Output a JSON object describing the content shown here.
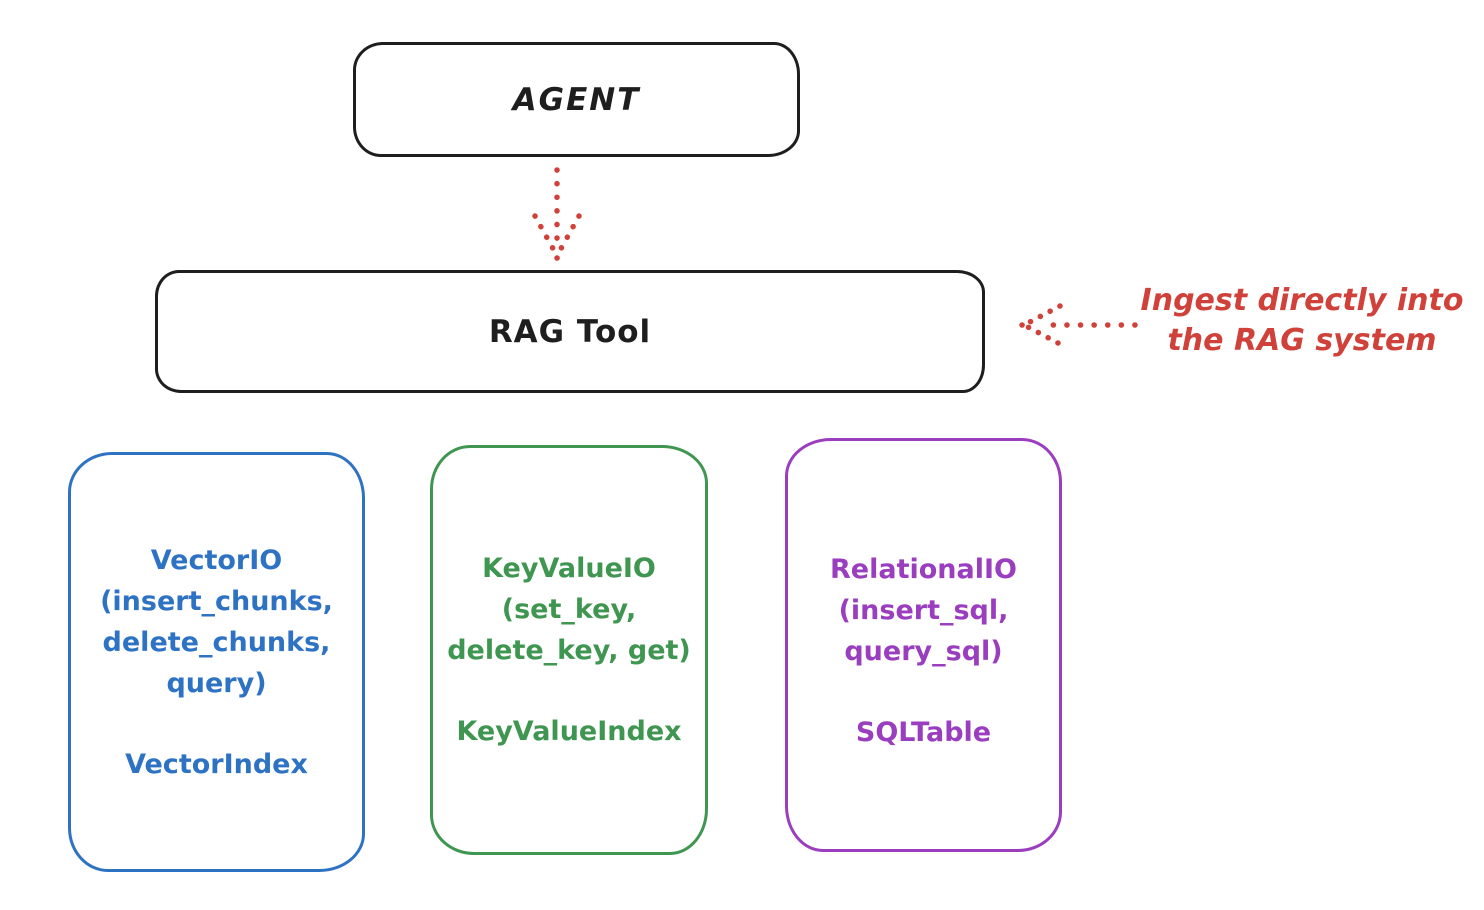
{
  "background": "#ffffff",
  "palette": {
    "ink": "#1e1e1e",
    "red": "#d0413a",
    "blue": "#2e72c4",
    "green": "#3f9650",
    "purple": "#9a3dbf"
  },
  "nodes": {
    "agent": {
      "label": "AGENT"
    },
    "rag_tool": {
      "label": "RAG Tool"
    },
    "vector_io": {
      "lines": [
        "VectorIO",
        "(insert_chunks,",
        "delete_chunks,",
        "query)"
      ],
      "index": "VectorIndex",
      "color": "#2e72c4"
    },
    "key_value_io": {
      "lines": [
        "KeyValueIO",
        "(set_key,",
        "delete_key, get)"
      ],
      "index": "KeyValueIndex",
      "color": "#3f9650"
    },
    "relational_io": {
      "lines": [
        "RelationalIO",
        "(insert_sql,",
        "query_sql)"
      ],
      "index": "SQLTable",
      "color": "#9a3dbf"
    }
  },
  "annotation": {
    "lines": [
      "Ingest directly into",
      "the RAG system"
    ],
    "color": "#d0413a"
  },
  "arrows": {
    "agent_to_rag_tool": {
      "style": "dotted",
      "direction": "down",
      "color": "#d0413a"
    },
    "ingest_into_rag": {
      "style": "dotted",
      "direction": "left",
      "color": "#d0413a"
    }
  }
}
